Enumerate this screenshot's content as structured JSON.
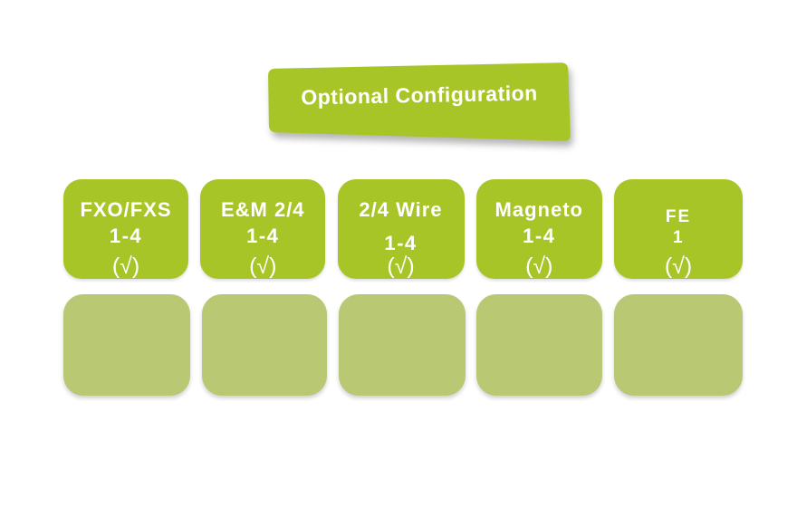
{
  "banner": {
    "label": "Optional Configuration"
  },
  "modules": [
    {
      "title": "FXO/FXS",
      "range": "1-4",
      "check": "(√)"
    },
    {
      "title": "E&M 2/4",
      "range": "1-4",
      "check": "(√)"
    },
    {
      "title": "2/4 Wire",
      "range": "1-4",
      "check": "(√)"
    },
    {
      "title": "Magneto",
      "range": "1-4",
      "check": "(√)"
    },
    {
      "title": "FE",
      "range": "1",
      "check": "(√)"
    }
  ],
  "colors": {
    "green": "#a8c528",
    "muted_green": "#b8c873",
    "text_white": "#ffffff"
  }
}
